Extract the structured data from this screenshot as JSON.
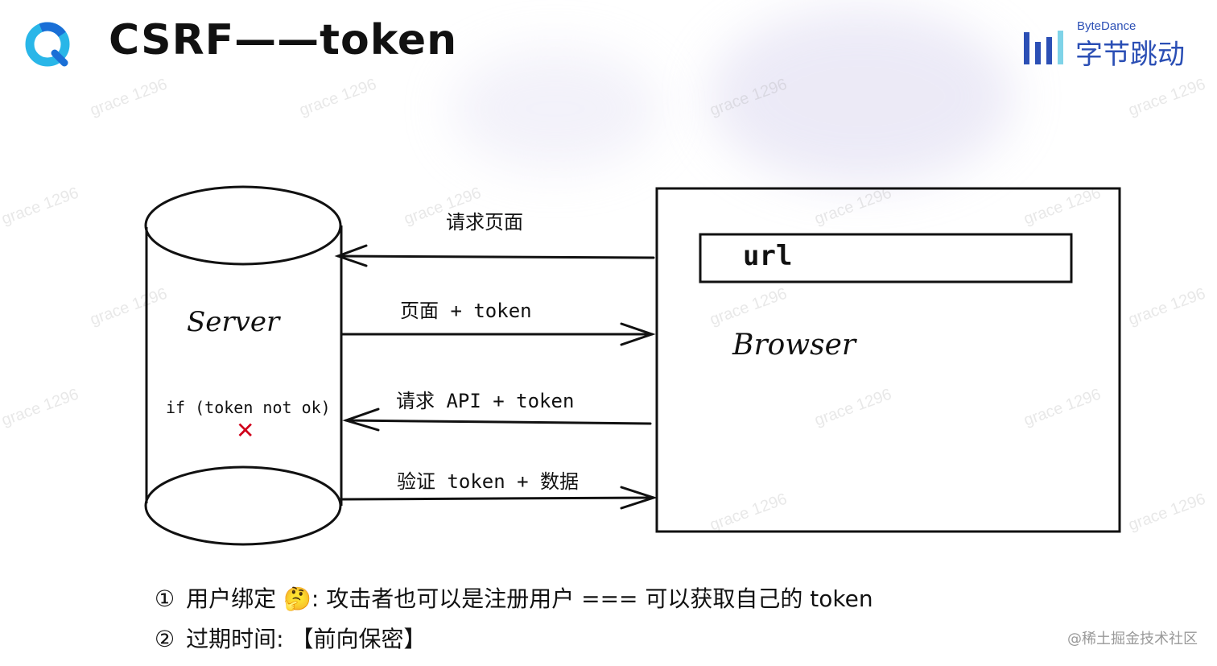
{
  "header": {
    "title": "CSRF——token",
    "brand_small": "ByteDance",
    "brand_main": "字节跳动"
  },
  "diagram": {
    "server_label": "Server",
    "server_condition": "if (token not ok)",
    "cross_mark": "✕",
    "browser_label": "Browser",
    "url_label": "url",
    "arrows": [
      {
        "label": "请求页面",
        "direction": "to-server"
      },
      {
        "label": "页面 + token",
        "direction": "to-browser"
      },
      {
        "label": "请求 API + token",
        "direction": "to-server"
      },
      {
        "label": "验证 token + 数据",
        "direction": "to-browser"
      }
    ]
  },
  "notes": [
    {
      "num": "①",
      "text": "用户绑定 🤔: 攻击者也可以是注册用户 === 可以获取自己的 token"
    },
    {
      "num": "②",
      "text": "过期时间: 【前向保密】"
    }
  ],
  "watermark_text": "grace 1296",
  "footer_credit": "@稀土掘金技术社区",
  "colors": {
    "accent_blue": "#2b4fb5",
    "logo_cyan": "#29b6e8",
    "cross_red": "#d0021b"
  }
}
